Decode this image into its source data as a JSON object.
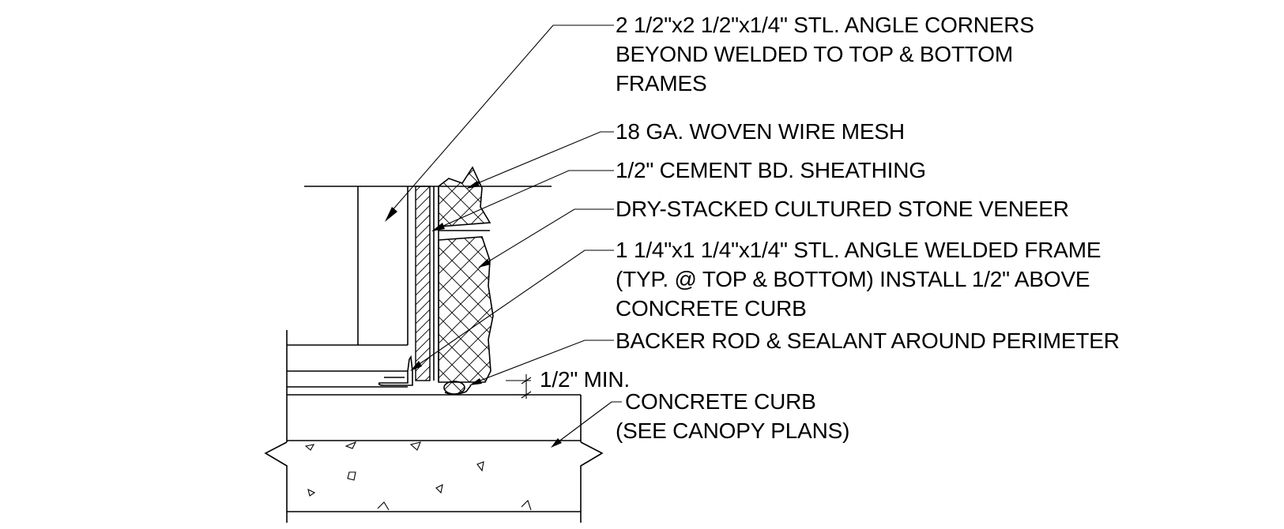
{
  "notes": [
    {
      "id": "angle-corners",
      "lines": [
        "2 1/2\"x2 1/2\"x1/4\" STL. ANGLE CORNERS",
        "BEYOND WELDED TO TOP & BOTTOM",
        "FRAMES"
      ]
    },
    {
      "id": "wire-mesh",
      "lines": [
        "18 GA. WOVEN WIRE MESH"
      ]
    },
    {
      "id": "cement-board",
      "lines": [
        "1/2\" CEMENT BD. SHEATHING"
      ]
    },
    {
      "id": "stone-veneer",
      "lines": [
        "DRY-STACKED CULTURED STONE VENEER"
      ]
    },
    {
      "id": "angle-frame",
      "lines": [
        "1 1/4\"x1 1/4\"x1/4\" STL. ANGLE WELDED FRAME",
        "(TYP. @ TOP & BOTTOM) INSTALL 1/2\" ABOVE",
        "CONCRETE CURB"
      ]
    },
    {
      "id": "backer-rod",
      "lines": [
        "BACKER ROD & SEALANT AROUND PERIMETER"
      ]
    },
    {
      "id": "half-inch-min",
      "lines": [
        "1/2\" MIN."
      ]
    },
    {
      "id": "concrete-curb",
      "lines": [
        "CONCRETE CURB",
        "(SEE CANOPY PLANS)"
      ]
    }
  ]
}
